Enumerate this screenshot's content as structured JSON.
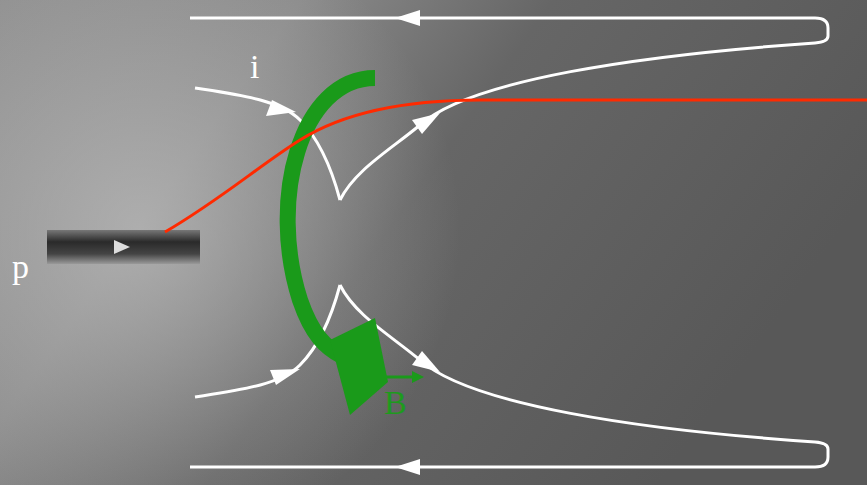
{
  "diagram": {
    "labels": [
      "i",
      "p",
      "B"
    ]
  }
}
